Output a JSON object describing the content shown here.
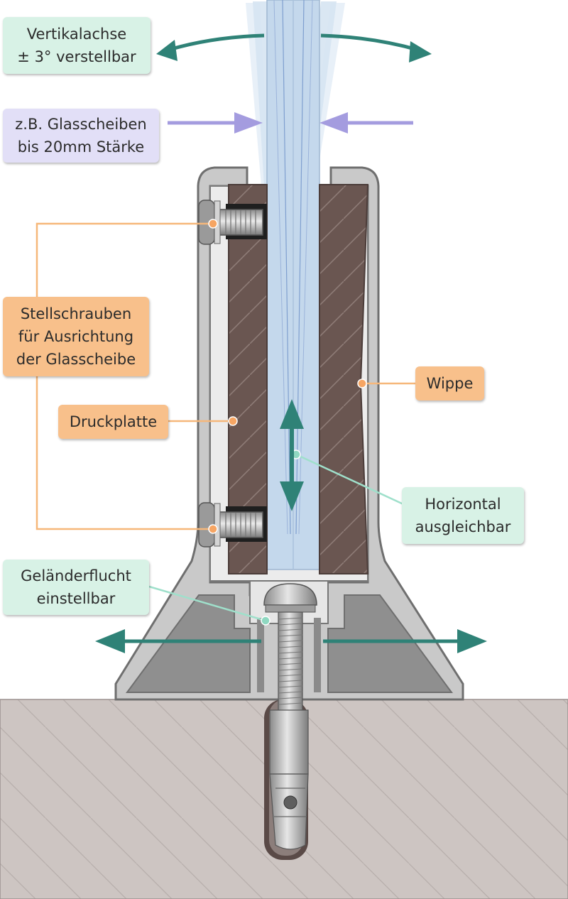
{
  "labels": {
    "vertical_axis": "Vertikalachse\n± 3° verstellbar",
    "glass_thickness": "z.B. Glasscheiben\nbis 20mm Stärke",
    "adjust_screws": "Stellschrauben\nfür Ausrichtung\nder Glasscheibe",
    "pressure_plate": "Druckplatte",
    "rocker": "Wippe",
    "horizontal": "Horizontal\nausgleichbar",
    "railing_line": "Geländerflucht\neinstellbar"
  },
  "colors": {
    "mint_label": "#d8f2e6",
    "lavender_label": "#e2dff7",
    "orange_label": "#f8c08b",
    "leader_orange": "#f6b77a",
    "teal_arrow": "#2f8277",
    "lavender_arrow": "#a49cdf",
    "glass": "#c4d8ec",
    "pad_brown": "#6a5651",
    "housing_grey": "#c7c7c7",
    "ground": "#cdc5c2"
  }
}
